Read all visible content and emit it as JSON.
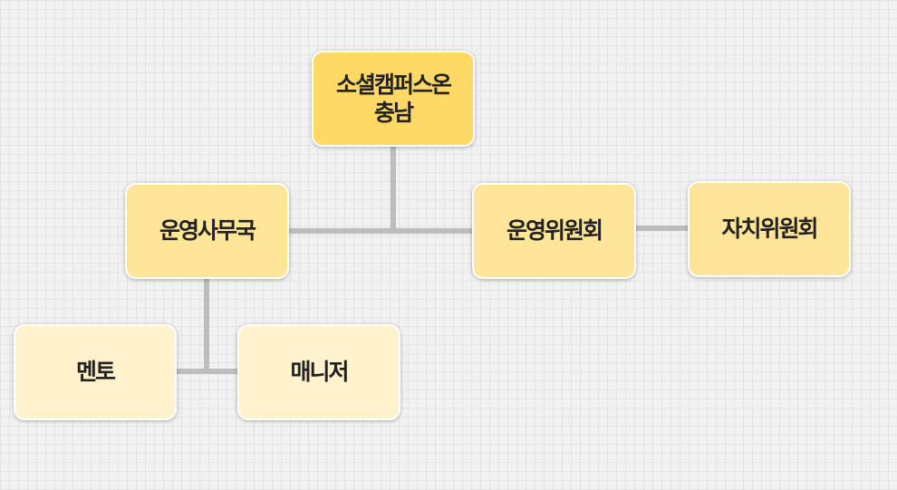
{
  "nodes": {
    "root": {
      "label": "소셜캠퍼스온\n충남",
      "color": "#ffd966"
    },
    "operations_office": {
      "label": "운영사무국",
      "color": "#ffe598"
    },
    "operations_committee": {
      "label": "운영위원회",
      "color": "#ffe598"
    },
    "autonomous_committee": {
      "label": "자치위원회",
      "color": "#ffe598"
    },
    "mentor": {
      "label": "멘토",
      "color": "#fff2cc"
    },
    "manager": {
      "label": "매니저",
      "color": "#fff2cc"
    }
  },
  "connector_color": "#bdbdbd"
}
